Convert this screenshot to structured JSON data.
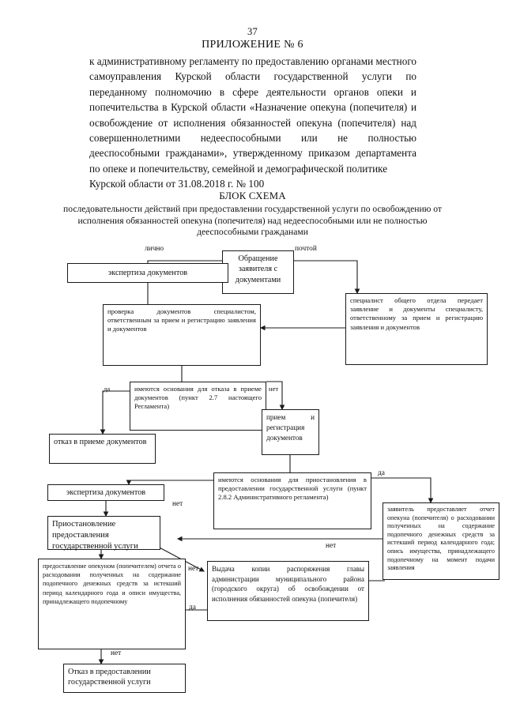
{
  "document": {
    "page_number": "37",
    "appendix_title": "ПРИЛОЖЕНИЕ № 6",
    "intro_paragraph": "к административному регламенту по предоставлению органами местного самоуправления Курской области государственной услуги по переданному полномочию в сфере деятельности органов опеки и попечительства в Курской области «Назначение опекуна (попечителя) и освобождение от исполнения обязанностей опекуна (попечителя) над совершеннолетними недееспособными или не полностью дееспособными гражданами», утвержденному приказом департамента по опеке и попечительству, семейной и демографической политике",
    "intro_last_line": "Курской области от 31.08.2018 г. № 100",
    "scheme_title": "БЛОК СХЕМА",
    "scheme_subtitle": "последовательности действий при предоставлении государственной услуги по освобождению от исполнения обязанностей опекуна (попечителя) над недееспособными или не полностью дееспособными гражданами"
  },
  "chart_data": {
    "type": "diagram",
    "title": "БЛОК СХЕМА последовательности действий при предоставлении государственной услуги",
    "nodes": [
      {
        "id": "n1",
        "label": "Обращение заявителя с документами"
      },
      {
        "id": "n2",
        "label": "экспертиза документов"
      },
      {
        "id": "n3",
        "label": "специалист общего отдела передает заявление и документы специалисту, ответственному за прием и регистрацию заявления и документов"
      },
      {
        "id": "n4",
        "label": "проверка документов специалистом, ответственным за прием и регистрацию заявления и документов"
      },
      {
        "id": "n5",
        "label": "имеются основания для отказа в приеме документов (пункт 2.7 настоящего Регламента)"
      },
      {
        "id": "n6",
        "label": "отказ в приеме документов"
      },
      {
        "id": "n7",
        "label": "прием и регистрация документов"
      },
      {
        "id": "n8",
        "label": "имеются основания для приостановления в предоставлении государственной услуги (пункт 2.8.2 Административного регламента)"
      },
      {
        "id": "n9",
        "label": "экспертиза документов"
      },
      {
        "id": "n10",
        "label": "Приостановление предоставления государственной услуги"
      },
      {
        "id": "n11",
        "label": "заявитель предоставляет отчет опекуна (попечителя) о расходовании полученных на содержание подопечного денежных средств за истекший период календарного года; опись имущества, принадлежащего подопечному на момент подачи заявления"
      },
      {
        "id": "n12",
        "label": "предоставление опекуном (попечителем) отчета о расходовании полученных на содержание подопечного денежных средств за истекший период календарного года и описи имущества, принадлежащего подопечному"
      },
      {
        "id": "n13",
        "label": "Выдача копии распоряжения главы администрации муниципального района (городского округа) об освобождении от исполнения обязанностей опекуна (попечителя)"
      },
      {
        "id": "n14",
        "label": "Отказ в предоставлении государственной услуги"
      }
    ],
    "edge_labels": [
      {
        "id": "e1",
        "label": "лично"
      },
      {
        "id": "e2",
        "label": "почтой"
      },
      {
        "id": "e3",
        "label": "да"
      },
      {
        "id": "e4",
        "label": "нет"
      },
      {
        "id": "e5",
        "label": "нет"
      },
      {
        "id": "e6",
        "label": "да"
      },
      {
        "id": "e7",
        "label": "нет"
      },
      {
        "id": "e8",
        "label": "нет"
      },
      {
        "id": "e9",
        "label": "да"
      },
      {
        "id": "e10",
        "label": "нет"
      }
    ]
  }
}
